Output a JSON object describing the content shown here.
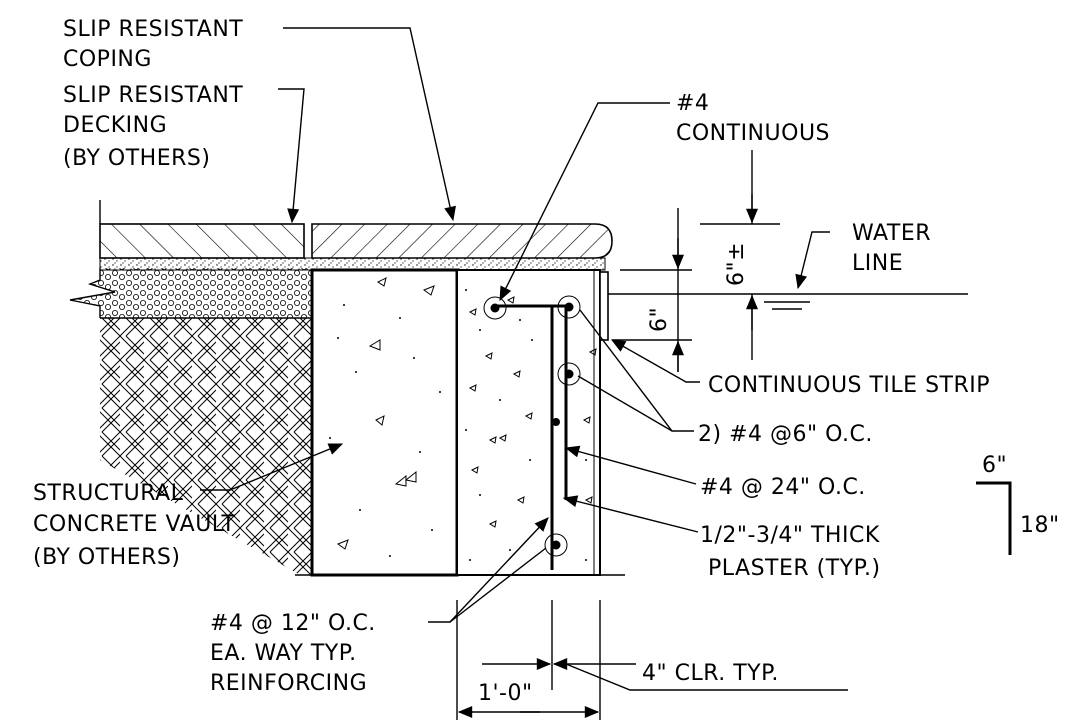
{
  "labels": {
    "slip_coping_1": "SLIP RESISTANT",
    "slip_coping_2": "COPING",
    "slip_decking_1": "SLIP RESISTANT",
    "slip_decking_2": "DECKING",
    "slip_decking_3": "(BY OTHERS)",
    "bar4_1": "#4",
    "bar4_2": "CONTINUOUS",
    "water_1": "WATER",
    "water_2": "LINE",
    "tile_strip": "CONTINUOUS TILE STRIP",
    "two_bar": "2) #4 @6\" O.C.",
    "bar24": "#4 @ 24\" O.C.",
    "plaster_1": "1/2\"-3/4\" THICK",
    "plaster_2": "PLASTER (TYP.)",
    "vault_1": "STRUCTURAL",
    "vault_2": "CONCRETE VAULT",
    "vault_3": "(BY OTHERS)",
    "reinf_1": "#4 @ 12\" O.C.",
    "reinf_2": "EA. WAY TYP.",
    "reinf_3": "REINFORCING",
    "clr": "4\" CLR. TYP.",
    "dim_wall": "1'-0\"",
    "dim_6pm": "6\"±",
    "dim_6": "6\"",
    "hook_6": "6\"",
    "hook_18": "18\""
  }
}
